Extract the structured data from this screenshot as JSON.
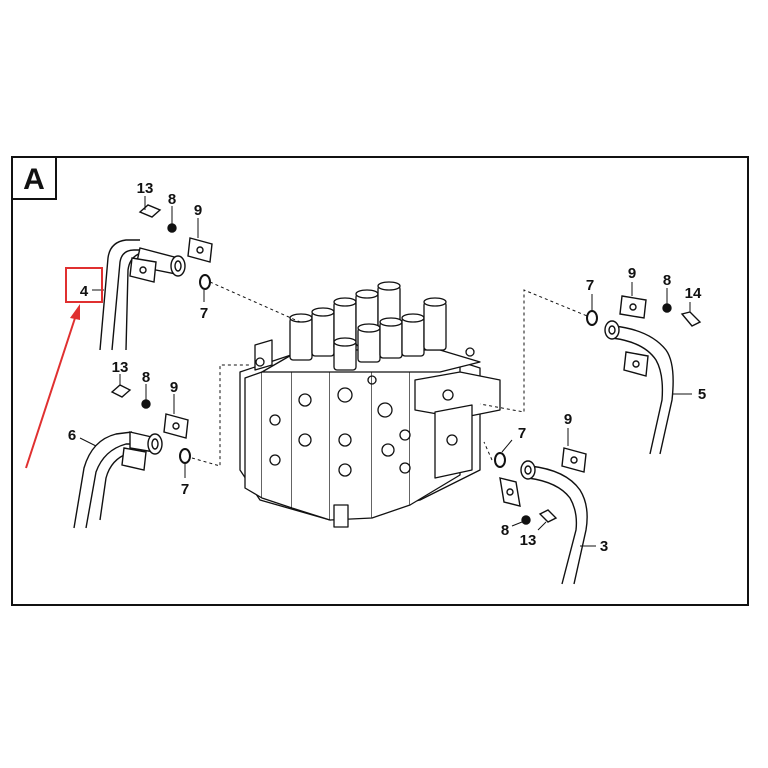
{
  "panel": {
    "label": "A"
  },
  "callouts": {
    "c4": "4",
    "c13a": "13",
    "c8a": "8",
    "c9a": "9",
    "c7a": "7",
    "c13b": "13",
    "c8b": "8",
    "c9b": "9",
    "c6": "6",
    "c7b": "7",
    "c7c": "7",
    "c9c": "9",
    "c8c": "8",
    "c14": "14",
    "c5": "5",
    "c9d": "9",
    "c7d": "7",
    "c8d": "8",
    "c13c": "13",
    "c3": "3"
  },
  "colors": {
    "line": "#111111",
    "highlight": "#e03030",
    "background": "#ffffff"
  },
  "highlighted_callout": "4"
}
